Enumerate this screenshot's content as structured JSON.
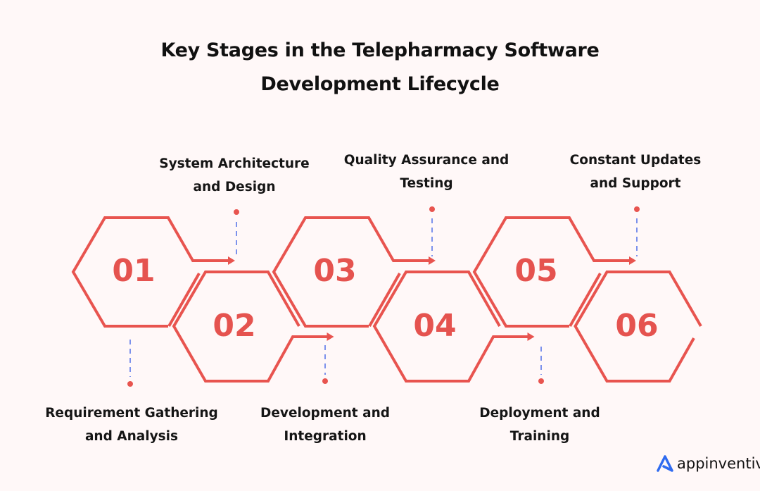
{
  "title": {
    "line1": "Key Stages in the Telepharmacy Software",
    "line2": "Development Lifecycle"
  },
  "colors": {
    "accent": "#E8544F",
    "dash": "#5B78EA",
    "background": "#FFF8F8",
    "logo": "#2F6BF0"
  },
  "stages": [
    {
      "number": "01",
      "label1": "Requirement Gathering",
      "label2": "and Analysis"
    },
    {
      "number": "02",
      "label1": "System Architecture",
      "label2": "and Design"
    },
    {
      "number": "03",
      "label1": "Development and",
      "label2": "Integration"
    },
    {
      "number": "04",
      "label1": "Quality Assurance and",
      "label2": "Testing"
    },
    {
      "number": "05",
      "label1": "Deployment and",
      "label2": "Training"
    },
    {
      "number": "06",
      "label1": "Constant Updates",
      "label2": "and Support"
    }
  ],
  "logo": {
    "text": "appinventiv"
  }
}
